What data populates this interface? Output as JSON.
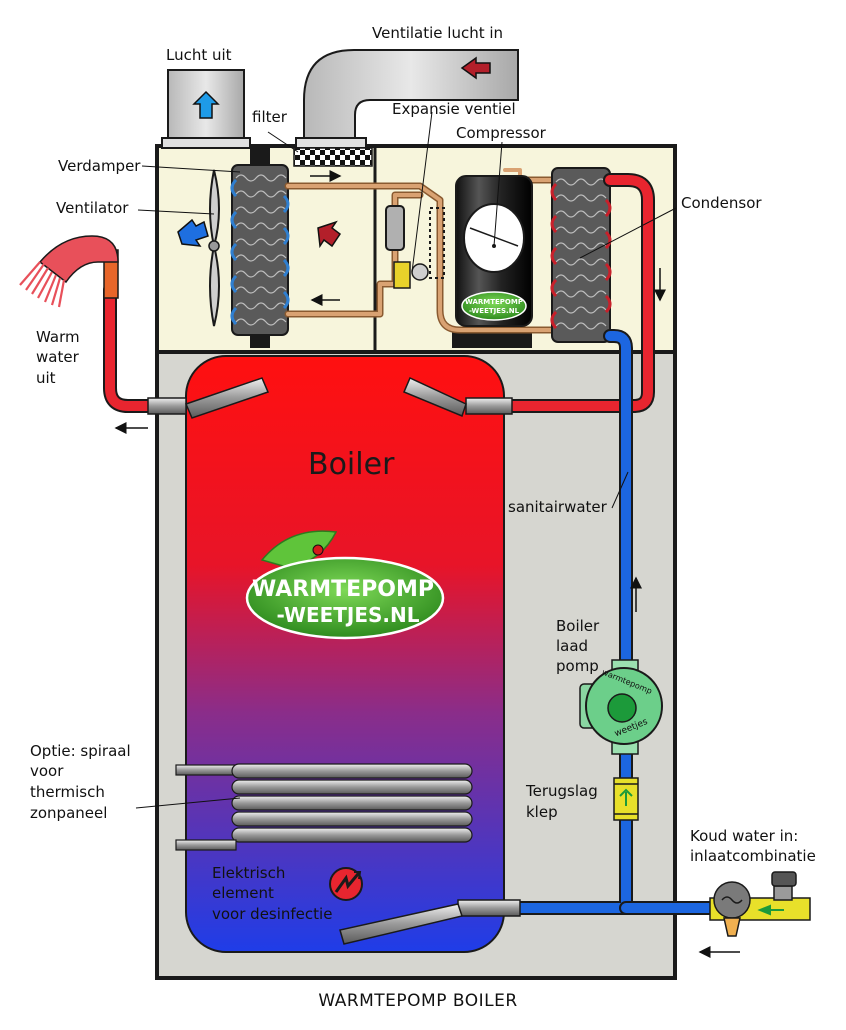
{
  "labels": {
    "lucht_uit": "Lucht uit",
    "ventilatie_in": "Ventilatie lucht in",
    "filter": "filter",
    "expansie": "Expansie ventiel",
    "compressor": "Compressor",
    "verdamper": "Verdamper",
    "ventilator": "Ventilator",
    "condensor": "Condensor",
    "warm_water": [
      "Warm",
      "water",
      "uit"
    ],
    "boiler": "Boiler",
    "sanitairwater": "sanitairwater",
    "laadpomp": [
      "Boiler",
      "laad",
      "pomp"
    ],
    "spiraal": [
      "Optie: spiraal",
      "voor",
      "thermisch",
      "zonpaneel"
    ],
    "terugslag": [
      "Terugslag",
      "klep"
    ],
    "koud_water": [
      "Koud water in:",
      "inlaatcombinatie"
    ],
    "elektrisch": [
      "Elektrisch",
      "element",
      "voor desinfectie"
    ],
    "title": "WARMTEPOMP  BOILER"
  },
  "logos": {
    "big_line1": "WARMTEPOMP",
    "big_line2": "-WEETJES.NL",
    "small_line1": "WARMTEPOMP",
    "small_line2": "-WEETJES.NL",
    "pump_top": "warmtepomp",
    "pump_bottom": "weetjes"
  },
  "colors": {
    "outline": "#1a1a1a",
    "top_panel": "#f7f5dc",
    "housing": "#d6d6d0",
    "hot_pipe": "#e8252f",
    "cold_pipe": "#1c66e0",
    "copper": "#d9a272",
    "arrow_out": "#1e9be8",
    "arrow_in": "#b31f2a"
  },
  "icons": {
    "shower": "shower-head-icon",
    "pump": "circulation-pump-icon",
    "check_valve": "check-valve-icon",
    "heater": "heating-element-icon",
    "inlet": "inlet-combination-icon"
  }
}
